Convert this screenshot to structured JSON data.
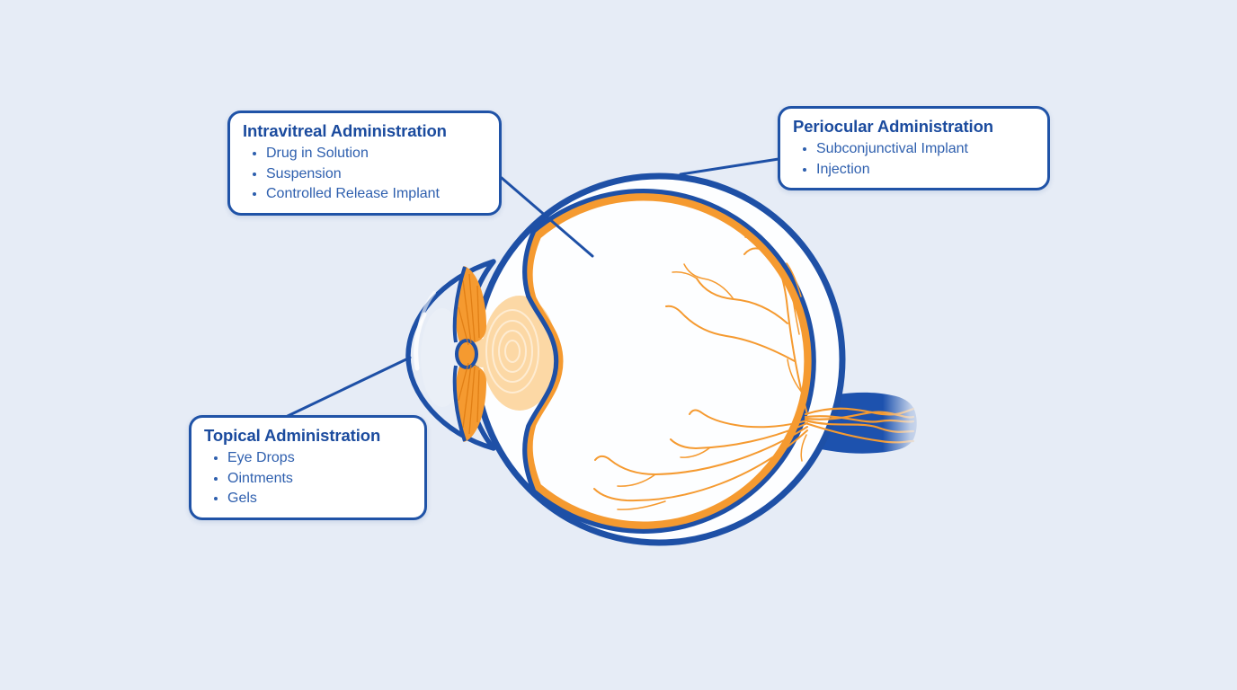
{
  "theme": {
    "background": "#e6ecf6",
    "box_border": "#2053a7",
    "title_color": "#1b4b9e",
    "item_color": "#2e5fae",
    "eye_outline": "#1e50a6",
    "eye_orange": "#f59a30",
    "lens_color": "#fcd8a5",
    "nerve_color": "#1d52ae",
    "sclera_fill": "#fdfeff"
  },
  "callouts": {
    "intravitreal": {
      "title": "Intravitreal Administration",
      "items": [
        "Drug in Solution",
        "Suspension",
        "Controlled Release Implant"
      ]
    },
    "periocular": {
      "title": "Periocular Administration",
      "items": [
        "Subconjunctival Implant",
        "Injection"
      ]
    },
    "topical": {
      "title": "Topical Administration",
      "items": [
        "Eye Drops",
        "Ointments",
        "Gels"
      ]
    }
  },
  "illustration": {
    "subject": "human-eye-cross-section",
    "parts": [
      "cornea",
      "iris",
      "lens",
      "vitreous-body",
      "retina-choroid-lining",
      "retinal-blood-vessels",
      "optic-nerve"
    ]
  }
}
